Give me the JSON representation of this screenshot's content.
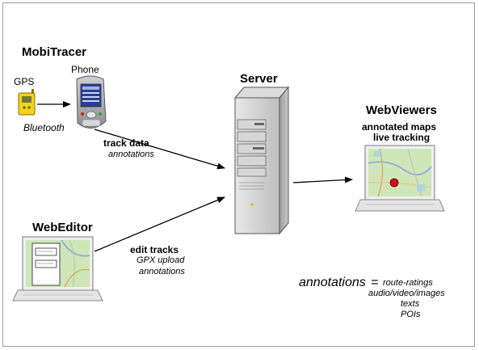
{
  "nodes": {
    "mobitracer": {
      "title": "MobiTracer"
    },
    "gps": {
      "label": "GPS"
    },
    "phone": {
      "label": "Phone"
    },
    "bluetooth": {
      "label": "Bluetooth"
    },
    "server": {
      "title": "Server"
    },
    "webviewers": {
      "title": "WebViewers",
      "line1": "annotated maps",
      "line2": "live tracking"
    },
    "webeditor": {
      "title": "WebEditor"
    }
  },
  "edges": {
    "phone_to_server": {
      "line1": "track data",
      "line2": "annotations"
    },
    "editor_to_server": {
      "line1": "edit tracks",
      "line2": "GPX upload",
      "line3": "annotations"
    }
  },
  "legend": {
    "term": "annotations",
    "equals": "=",
    "items": [
      "route-ratings",
      "audio/video/images",
      "texts",
      "POIs"
    ]
  },
  "colors": {
    "gps_yellow": "#f2d21a",
    "marker_red": "#cc1020",
    "map_green": "#cfe6b8"
  }
}
